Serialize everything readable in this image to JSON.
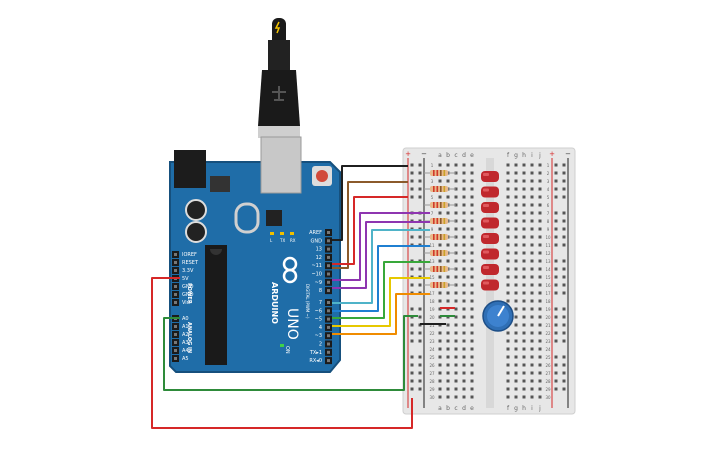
{
  "board": {
    "brand": "ARDUINO",
    "model": "UNO",
    "on_label": "ON",
    "power_header_title": "POWER",
    "analog_header_title": "ANALOG IN",
    "digital_header_title": "DIGITAL (PWM ~)",
    "led_labels": [
      "L",
      "TX",
      "RX"
    ],
    "power_pins": [
      "IOREF",
      "RESET",
      "3.3V",
      "5V",
      "GND",
      "GND",
      "Vin"
    ],
    "analog_pins": [
      "A0",
      "A1",
      "A2",
      "A3",
      "A4",
      "A5"
    ],
    "digital_pins_top": [
      "AREF",
      "GND",
      "13",
      "12",
      "~11",
      "~10",
      "~9",
      "8"
    ],
    "digital_pins_bottom": [
      "7",
      "~6",
      "~5",
      "4",
      "~3",
      "2",
      "TX▸1",
      "RX◂0"
    ]
  },
  "breadboard": {
    "column_letters_left": [
      "a",
      "b",
      "c",
      "d",
      "e"
    ],
    "column_letters_right": [
      "f",
      "g",
      "h",
      "i",
      "j"
    ],
    "row_count": 30,
    "rail_plus": "+",
    "rail_minus": "−"
  },
  "components": {
    "led_count": 8,
    "led_color": "#c0282d",
    "resistor_count": 8,
    "potentiometer_color": "#2f6fb5"
  },
  "wire_colors": {
    "black": "#1f1f1f",
    "brown": "#8b5a2b",
    "red": "#d62828",
    "purple": "#8e35b0",
    "teal": "#4fb3c8",
    "blue": "#1f7fd1",
    "green": "#38a83a",
    "yellow": "#e6c800",
    "orange": "#f08c00",
    "dark_green": "#2e8b3a"
  }
}
